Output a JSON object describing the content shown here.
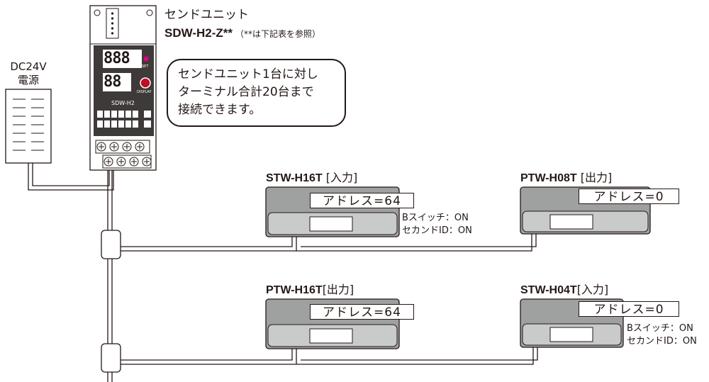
{
  "send_unit": {
    "title": "センドユニット",
    "model": "SDW-H2-Z**",
    "model_note": "（**は下記表を参照）",
    "panel_model": "SDW-H2",
    "panel_top_display": "888",
    "panel_bottom_display": "88",
    "panel_set_label": "SET",
    "panel_display_label": "DISPLAY"
  },
  "power_supply": {
    "label_line1": "DC24V",
    "label_line2": "電源"
  },
  "callout": {
    "line1": "センドユニット1台に対し",
    "line2": "ターミナル合計20台まで",
    "line3": "接続できます。"
  },
  "terminals": [
    {
      "title_model": "STW-H16T",
      "title_io": " [入力]",
      "address": "アドレス=64",
      "note1": "Bスイッチ：ON",
      "note2": "セカンドID：ON"
    },
    {
      "title_model": "PTW-H08T",
      "title_io": " [出力]",
      "address": "アドレス=0"
    },
    {
      "title_model": "PTW-H16T",
      "title_io": "[出力]",
      "address": "アドレス=64"
    },
    {
      "title_model": "STW-H04T",
      "title_io": "[入力]",
      "address": "アドレス=0",
      "note1": "Bスイッチ：ON",
      "note2": "セカンドID：ON"
    }
  ],
  "colors": {
    "line": "#231815",
    "terminal_top": "#9fa0a0",
    "terminal_base": "#c9caca",
    "unit_panel": "#3e3a39"
  }
}
